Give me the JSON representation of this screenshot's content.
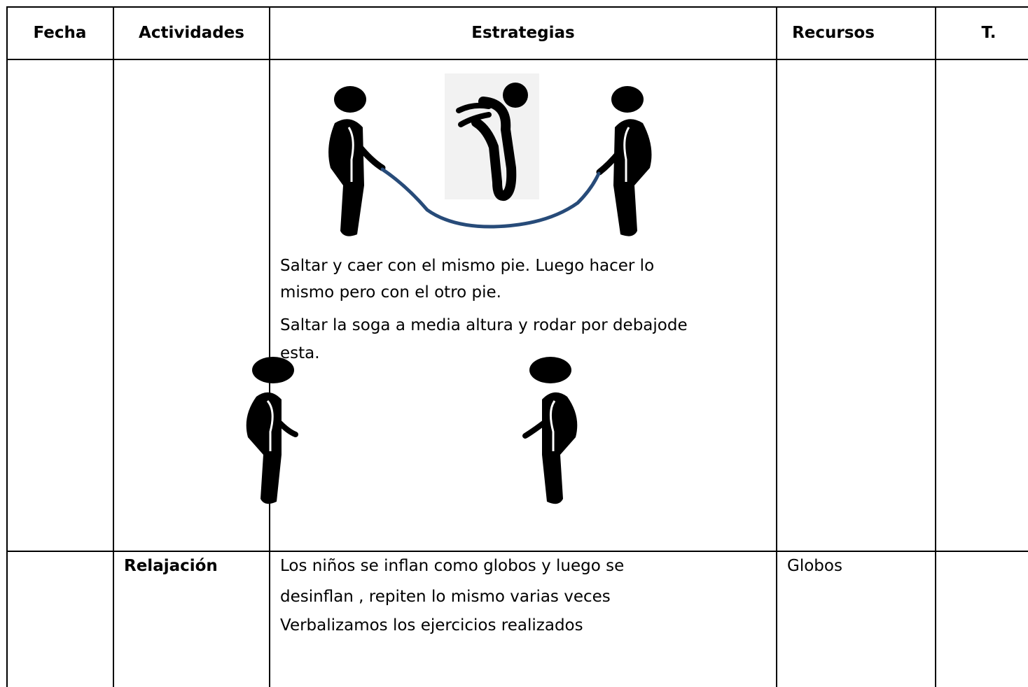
{
  "table": {
    "headers": {
      "fecha": "Fecha",
      "actividades": "Actividades",
      "estrategias": "Estrategias",
      "recursos": "Recursos",
      "t": "T."
    },
    "row1": {
      "estrategias": {
        "line1": "Saltar y caer con el mismo pie. Luego hacer lo",
        "line2": "mismo pero con el otro pie.",
        "line3": "Saltar la soga a media altura y rodar por debajode",
        "line4": "esta."
      }
    },
    "row2": {
      "actividad": "Relajación",
      "estrategias": {
        "line1": "Los niños se inflan como globos y luego se",
        "line2": "desinflan , repiten lo mismo varias veces",
        "line3": "Verbalizamos los ejercicios realizados"
      },
      "recursos": "Globos"
    }
  },
  "illustration": {
    "rope_color": "#274b79",
    "figure_color": "#000000",
    "figure_highlight": "#ffffff"
  }
}
